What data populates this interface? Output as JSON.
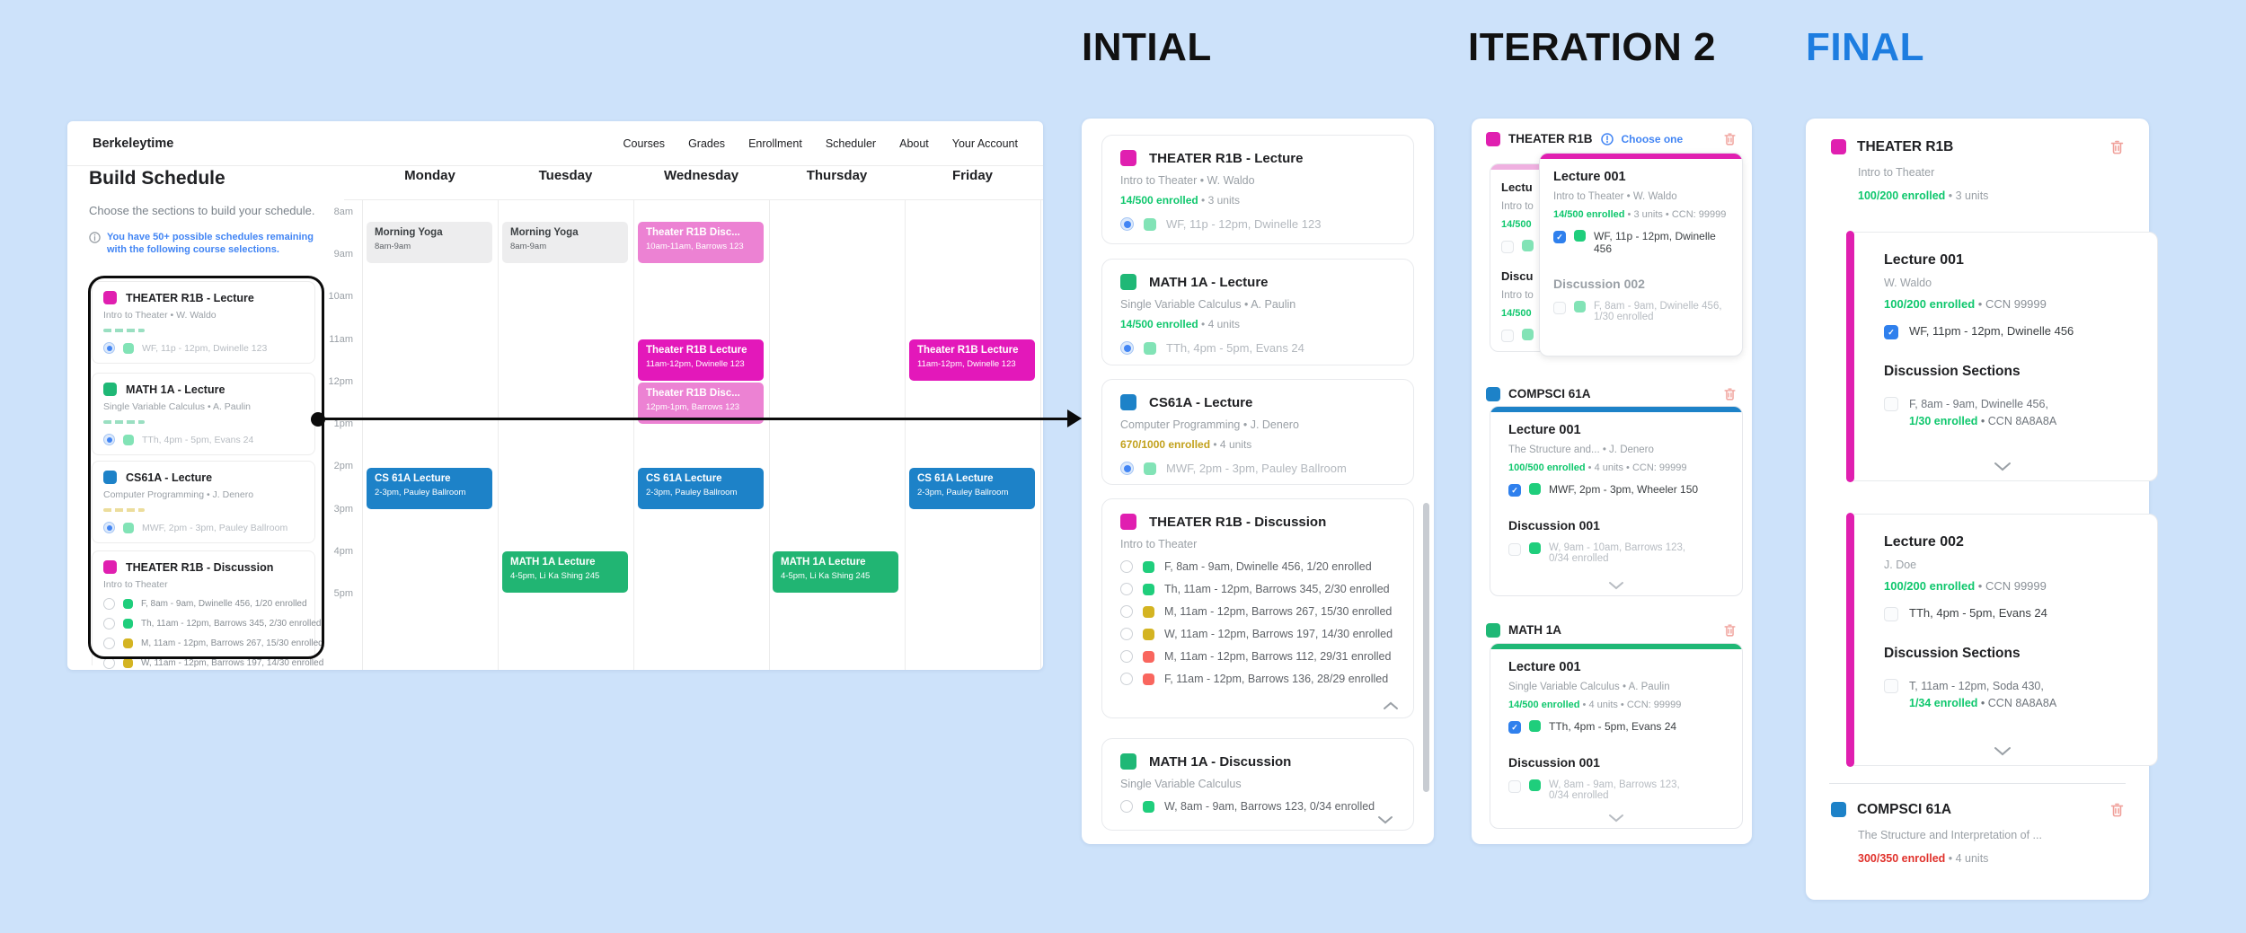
{
  "palette": {
    "background": "#cde2fa",
    "magenta": "#e01fb0",
    "pink": "#ec82d3",
    "green": "#1fb876",
    "bright_green": "#1fce7c",
    "pale_green": "#82e3b6",
    "blue": "#1d82c8",
    "checkbox_blue": "#2f80ed",
    "gold": "#d4b422",
    "red_swatch": "#f9665e",
    "green_text": "#0fc76d",
    "gold_text": "#c2a11c",
    "red_text": "#e0312b",
    "link_blue": "#4285f4",
    "final_title_blue": "#1d7de0"
  },
  "titles": {
    "initial": "INTIAL",
    "iteration2": "ITERATION 2",
    "final": "FINAL"
  },
  "browser": {
    "brand": "Berkeleytime",
    "nav": [
      "Courses",
      "Grades",
      "Enrollment",
      "Scheduler",
      "About",
      "Your Account"
    ],
    "sidebar": {
      "title": "Build Schedule",
      "subtitle": "Choose the sections to build your schedule.",
      "notice": "You have 50+ possible schedules remaining with the following course selections.",
      "courses": [
        {
          "title": "THEATER R1B - Lecture",
          "subtitle": "Intro to Theater • W. Waldo",
          "option": "WF, 11p - 12pm, Dwinelle 123"
        },
        {
          "title": "MATH 1A  - Lecture",
          "subtitle": "Single Variable Calculus • A. Paulin",
          "option": "TTh, 4pm - 5pm, Evans 24"
        },
        {
          "title": "CS61A  - Lecture",
          "subtitle": "Computer Programming • J. Denero",
          "option": "MWF, 2pm - 3pm, Pauley Ballroom"
        },
        {
          "title": "THEATER R1B - Discussion",
          "subtitle": "Intro to Theater",
          "options": [
            "F, 8am - 9am, Dwinelle 456, 1/20 enrolled",
            "Th, 11am - 12pm, Barrows 345, 2/30 enrolled",
            "M, 11am - 12pm, Barrows 267, 15/30 enrolled",
            "W, 11am - 12pm, Barrows 197,  14/30 enrolled"
          ]
        }
      ]
    },
    "calendar": {
      "days": [
        "Monday",
        "Tuesday",
        "Wednesday",
        "Thursday",
        "Friday"
      ],
      "times": [
        "8am",
        "9am",
        "10am",
        "11am",
        "12pm",
        "1pm",
        "2pm",
        "3pm",
        "4pm",
        "5pm"
      ],
      "events": [
        {
          "title": "Morning Yoga",
          "detail": "8am-9am"
        },
        {
          "title": "Morning Yoga",
          "detail": "8am-9am"
        },
        {
          "title": "Theater R1B Disc...",
          "detail": "10am-11am, Barrows 123"
        },
        {
          "title": "Theater R1B Lecture",
          "detail": "11am-12pm, Dwinelle 123"
        },
        {
          "title": "Theater R1B Disc...",
          "detail": "12pm-1pm, Barrows 123"
        },
        {
          "title": "Theater R1B Lecture",
          "detail": "11am-12pm, Dwinelle 123"
        },
        {
          "title": "CS 61A Lecture",
          "detail": "2-3pm, Pauley Ballroom"
        },
        {
          "title": "CS 61A Lecture",
          "detail": "2-3pm, Pauley Ballroom"
        },
        {
          "title": "CS 61A Lecture",
          "detail": "2-3pm, Pauley Ballroom"
        },
        {
          "title": "MATH 1A Lecture",
          "detail": "4-5pm, Li Ka Shing 245"
        },
        {
          "title": "MATH 1A Lecture",
          "detail": "4-5pm, Li Ka Shing 245"
        }
      ]
    }
  },
  "initial": {
    "cards": [
      {
        "title": "THEATER R1B - Lecture",
        "subtitle": "Intro to Theater • W. Waldo",
        "enrolled": "14/500 enrolled",
        "meta": " • 3 units",
        "option": "WF, 11p - 12pm, Dwinelle 123"
      },
      {
        "title": "MATH 1A  - Lecture",
        "subtitle": "Single Variable Calculus • A. Paulin",
        "enrolled": "14/500 enrolled",
        "meta": " • 4 units",
        "option": "TTh, 4pm - 5pm, Evans 24"
      },
      {
        "title": "CS61A  - Lecture",
        "subtitle": "Computer Programming • J. Denero",
        "enrolled": "670/1000 enrolled",
        "meta": " • 4 units",
        "option": "MWF, 2pm - 3pm, Pauley Ballroom"
      },
      {
        "title": "THEATER R1B - Discussion",
        "subtitle": "Intro to Theater",
        "options": [
          "F, 8am - 9am, Dwinelle 456, 1/20 enrolled",
          "Th, 11am - 12pm, Barrows 345, 2/30 enrolled",
          "M, 11am - 12pm, Barrows 267, 15/30 enrolled",
          "W, 11am - 12pm, Barrows 197,  14/30 enrolled",
          "M, 11am - 12pm, Barrows 112, 29/31 enrolled",
          "F, 11am - 12pm, Barrows 136, 28/29 enrolled"
        ]
      },
      {
        "title": "MATH 1A  - Discussion",
        "subtitle": "Single Variable Calculus",
        "options": [
          "W, 8am - 9am, Barrows 123, 0/34 enrolled"
        ]
      }
    ]
  },
  "iteration2": {
    "groups": [
      {
        "name": "THEATER R1B",
        "badge": "Choose one",
        "back_card": {
          "title": "Lectu",
          "subtitle": "Intro to",
          "enrolled": "14/500",
          "heading": "Discu",
          "subtitle2": "Intro to",
          "enrolled2": "14/500"
        },
        "card": {
          "title": "Lecture 001",
          "subtitle": "Intro to Theater • W. Waldo",
          "enrolled": "14/500 enrolled",
          "meta": " • 3 units • CCN: 99999",
          "checked_option": "WF, 11p - 12pm, Dwinelle 456",
          "heading": "Discussion 002",
          "unchecked_option": "F, 8am - 9am, Dwinelle 456,\n1/30 enrolled"
        }
      },
      {
        "name": "COMPSCI 61A",
        "card": {
          "title": "Lecture 001",
          "subtitle": "The Structure and... • J. Denero",
          "enrolled": "100/500 enrolled",
          "meta": " • 4 units • CCN: 99999",
          "checked_option": "MWF, 2pm - 3pm, Wheeler 150",
          "heading": "Discussion 001",
          "unchecked_option": "W, 9am - 10am, Barrows 123,\n0/34 enrolled"
        }
      },
      {
        "name": "MATH 1A",
        "card": {
          "title": "Lecture 001",
          "subtitle": "Single Variable Calculus • A. Paulin",
          "enrolled": "14/500 enrolled",
          "meta": " • 4 units • CCN: 99999",
          "checked_option": "TTh, 4pm - 5pm, Evans 24",
          "heading": "Discussion 001",
          "unchecked_option": "W, 8am - 9am, Barrows 123,\n0/34 enrolled"
        }
      }
    ]
  },
  "final": {
    "course1": {
      "name": "THEATER R1B",
      "subtitle": "Intro to Theater",
      "enrolled": "100/200 enrolled",
      "meta": " • 3 units"
    },
    "lectures": [
      {
        "title": "Lecture 001",
        "instructor": "W. Waldo",
        "enrolled": "100/200 enrolled",
        "meta": " • CCN 99999",
        "option": "WF, 11pm - 12pm, Dwinelle 456",
        "section_heading": "Discussion Sections",
        "disc_time": "F, 8am - 9am, Dwinelle 456,",
        "disc_enrolled": "1/30 enrolled",
        "disc_meta": " • CCN 8A8A8A"
      },
      {
        "title": "Lecture 002",
        "instructor": "J. Doe",
        "enrolled": "100/200 enrolled",
        "meta": " • CCN 99999",
        "option": "TTh, 4pm - 5pm, Evans 24",
        "section_heading": "Discussion Sections",
        "disc_time": "T, 11am - 12pm, Soda 430,",
        "disc_enrolled": "1/34 enrolled",
        "disc_meta": " • CCN 8A8A8A"
      }
    ],
    "course2": {
      "name": "COMPSCI 61A",
      "subtitle": "The Structure and Interpretation of ...",
      "enrolled": "300/350 enrolled",
      "meta": " • 4 units"
    }
  }
}
